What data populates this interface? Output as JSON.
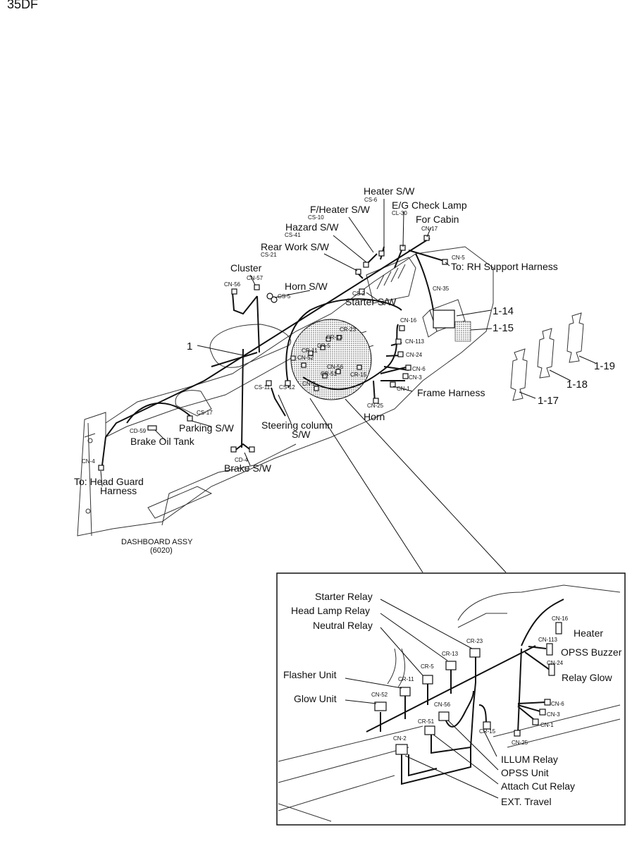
{
  "page": {
    "model": "35DF"
  },
  "main_view": {
    "labels": {
      "heater_sw": "Heater S/W",
      "f_heater_sw": "F/Heater S/W",
      "eg_check_lamp": "E/G Check Lamp",
      "for_cabin": "For Cabin",
      "hazard_sw": "Hazard S/W",
      "rear_work_sw": "Rear Work S/W",
      "cluster": "Cluster",
      "to_rh_support": "To: RH Support Harness",
      "horn_sw": "Horn S/W",
      "starter_sw": "Starter S/W",
      "frame_harness": "Frame Harness",
      "horn": "Horn",
      "steering_column_1": "Steering column",
      "steering_column_2": "S/W",
      "parking_sw": "Parking S/W",
      "brake_oil_tank": "Brake Oil Tank",
      "brake_sw": "Brake S/W",
      "to_head_guard_1": "To: Head Guard",
      "to_head_guard_2": "Harness",
      "dashboard_assy": "DASHBOARD ASSY",
      "dashboard_code": "(6020)"
    },
    "codes": {
      "cs6": "CS-6",
      "cs10": "CS-10",
      "cl30": "CL-30",
      "cn17": "CN-17",
      "cs41": "CS-41",
      "cs21": "CS-21",
      "cn5": "CN-5",
      "cn56": "CN-56",
      "cn57": "CN-57",
      "cs5": "CS-5",
      "cs2": "CS-2",
      "cn35": "CN-35",
      "cn16": "CN-16",
      "cn113": "CN-113",
      "cn24": "CN-24",
      "cn6": "CN-6",
      "cn3": "CN-3",
      "cn1": "CN-1",
      "cn25": "CN-25",
      "cs11": "CS-11",
      "cs12": "CS-12",
      "cs17": "CS-17",
      "cd59": "CD-59",
      "cd4": "CD-4",
      "cn4": "CN-4",
      "cr23": "CR-23",
      "cr13": "CR-13",
      "cr5": "CR-5",
      "cr11": "CR-11",
      "cn52": "CN-52",
      "cr51": "CR-51",
      "cn56b": "CN-56",
      "cn2": "CN-2",
      "cr15": "CR-15"
    },
    "callouts": {
      "p1": "1",
      "p1_14": "1-14",
      "p1_15": "1-15",
      "p1_17": "1-17",
      "p1_18": "1-18",
      "p1_19": "1-19"
    }
  },
  "detail_view": {
    "labels": {
      "starter_relay": "Starter Relay",
      "head_lamp_relay": "Head Lamp Relay",
      "neutral_relay": "Neutral Relay",
      "flasher_unit": "Flasher Unit",
      "glow_unit": "Glow Unit",
      "heater": "Heater",
      "opss_buzzer": "OPSS Buzzer",
      "relay_glow": "Relay Glow",
      "illum_relay": "ILLUM Relay",
      "opss_unit": "OPSS Unit",
      "attach_cut_relay": "Attach Cut Relay",
      "ext_travel": "EXT. Travel"
    },
    "codes": {
      "cn16": "CN-16",
      "cn113": "CN-113",
      "cn24": "CN-24",
      "cr23": "CR-23",
      "cr13": "CR-13",
      "cr5": "CR-5",
      "cr11": "CR-11",
      "cn52": "CN-52",
      "cn56": "CN-56",
      "cr51": "CR-51",
      "cn2": "CN-2",
      "cr15": "CR-15",
      "cn6": "CN-6",
      "cn3": "CN-3",
      "cn1": "CN-1",
      "cn25": "CN-25"
    }
  }
}
